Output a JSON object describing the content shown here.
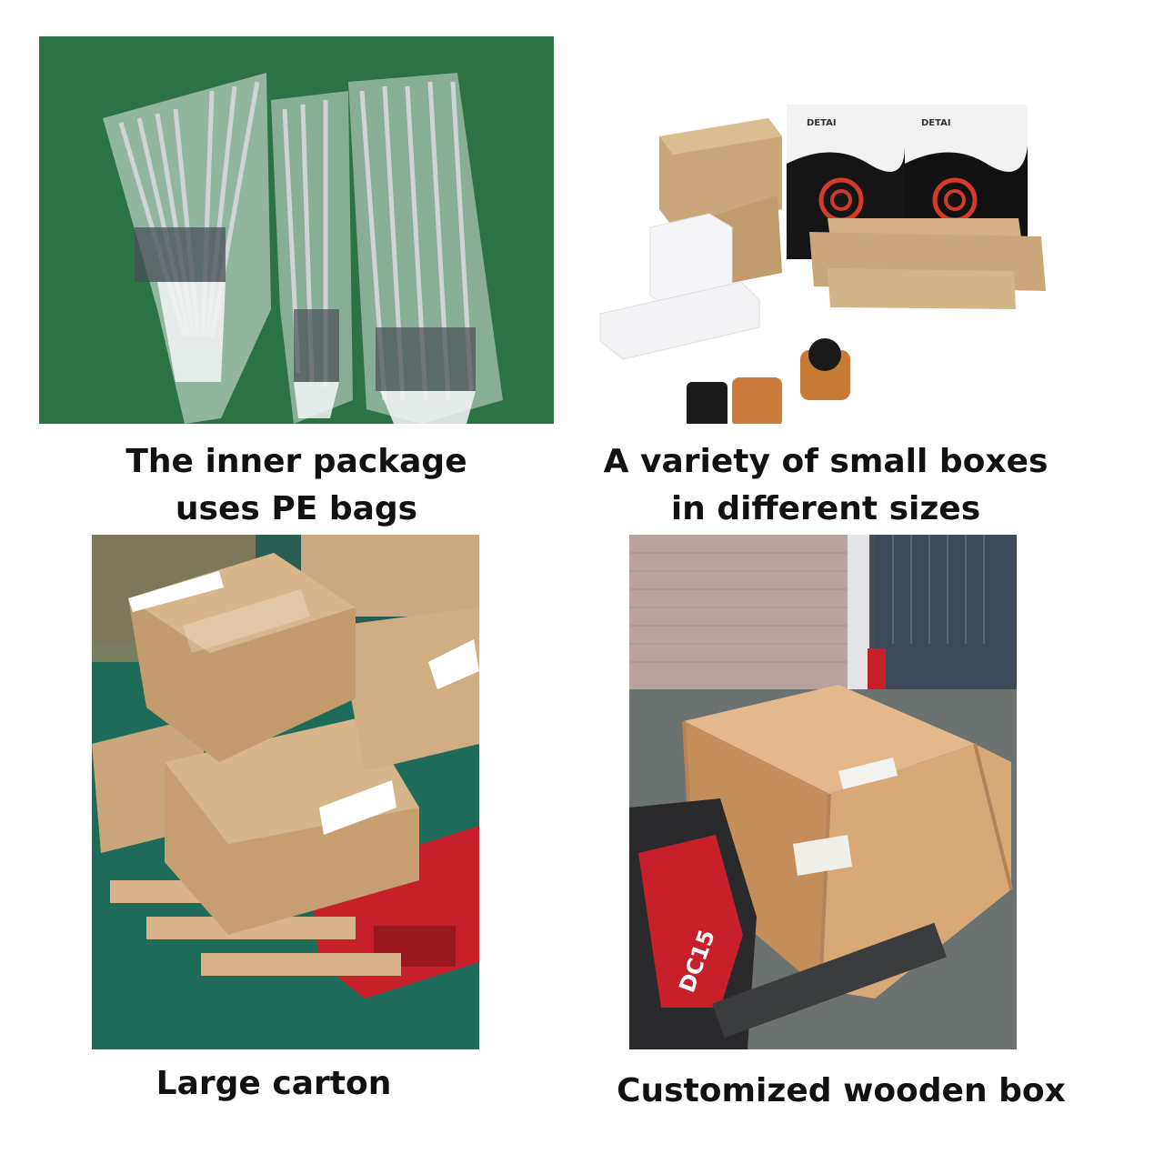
{
  "panels": [
    {
      "photo_icon": "pe-bag-bundles-photo",
      "caption_lines": [
        "The inner package",
        "uses PE bags"
      ]
    },
    {
      "photo_icon": "small-boxes-photo",
      "brand_label": "DETAI",
      "caption_lines": [
        "A variety of small boxes",
        "in different sizes"
      ]
    },
    {
      "photo_icon": "large-carton-pallet-photo",
      "caption_lines": [
        "Large carton"
      ]
    },
    {
      "photo_icon": "wooden-crate-photo",
      "forklift_label": "DC15",
      "caption_lines": [
        "Customized wooden box"
      ]
    }
  ],
  "colors": {
    "green_floor": "#2f7d4a",
    "carton": "#c9a77a",
    "wood": "#d9a877",
    "forklift_red": "#c8202a"
  }
}
